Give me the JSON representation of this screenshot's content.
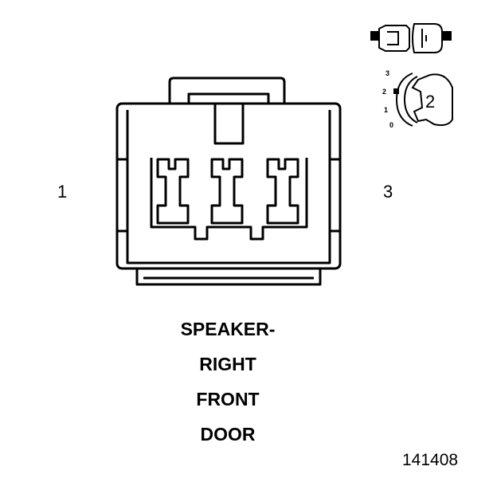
{
  "pins": {
    "left": "1",
    "right": "3"
  },
  "title_lines": [
    "SPEAKER-",
    "RIGHT",
    "FRONT",
    "DOOR"
  ],
  "figure_code": "141408",
  "orientation": {
    "scale": [
      "3",
      "2",
      "1",
      "0"
    ],
    "value": "2"
  }
}
